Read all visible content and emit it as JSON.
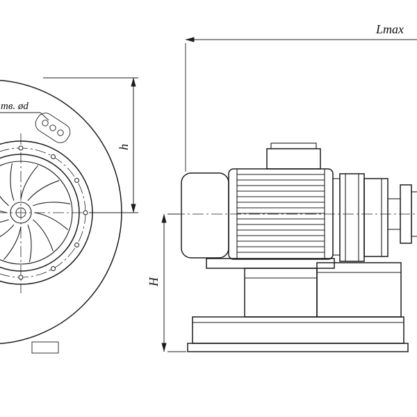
{
  "page": {
    "background": "#ffffff"
  },
  "drawing": {
    "kind": "technical-drawing-fan-assembly",
    "line_color": "#1b1b1b",
    "labels": {
      "overall_length_dim": "Lmax",
      "overall_height_dim": "H",
      "axis_height_dim": "h",
      "holes_note": "тв. ød"
    }
  }
}
